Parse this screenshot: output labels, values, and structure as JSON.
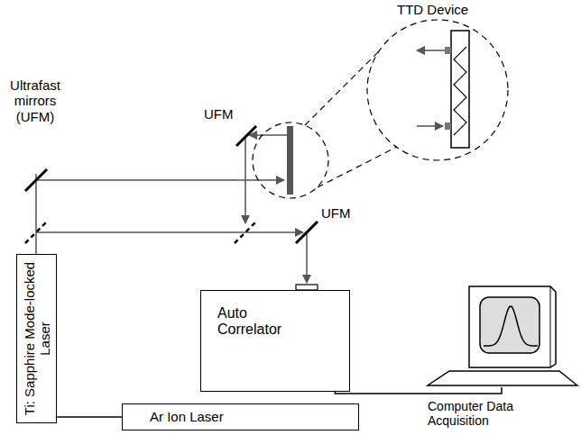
{
  "diagram": {
    "nodes": [
      {
        "text": [
          "Ti: Sapphire Mode-locked Laser"
        ]
      },
      {
        "text": [
          "Ar Ion Laser"
        ]
      },
      {
        "text": [
          "Auto Correlator"
        ]
      },
      {
        "text": [
          "Computer Data Acquisition"
        ]
      }
    ],
    "edges": [
      {
        "from": 0,
        "to": 1,
        "arrow": "none"
      },
      {
        "from": 2,
        "to": 3,
        "arrow": "none"
      }
    ],
    "labels": [
      "TTD Device",
      "Ultrafast mirrors (UFM)",
      "UFM",
      "UFM"
    ]
  }
}
